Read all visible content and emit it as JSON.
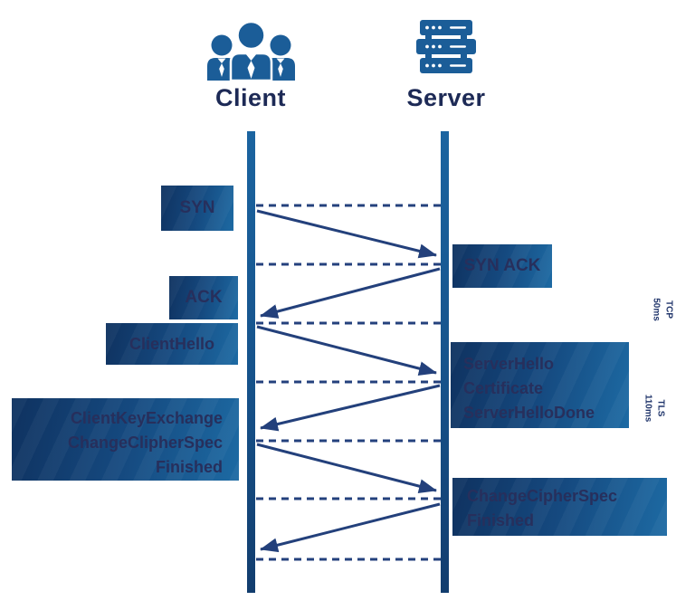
{
  "actors": {
    "client": {
      "label": "Client",
      "icon": "users-group-icon"
    },
    "server": {
      "label": "Server",
      "icon": "server-rack-icon"
    }
  },
  "boxes": {
    "syn": {
      "from": "client",
      "to": "server",
      "lines": [
        "SYN"
      ]
    },
    "syn_ack": {
      "from": "server",
      "to": "client",
      "lines": [
        "SYN ACK"
      ]
    },
    "ack": {
      "from": "client",
      "to": "server",
      "lines": [
        "ACK"
      ]
    },
    "client_hello": {
      "from": "client",
      "to": "server",
      "lines": [
        "ClientHello"
      ]
    },
    "server_hello": {
      "from": "server",
      "to": "client",
      "lines": [
        "ServerHello",
        "Certificate",
        "ServerHelloDone"
      ]
    },
    "client_key_exchange": {
      "from": "client",
      "to": "server",
      "lines": [
        "ClientKeyExchange",
        "ChangeClipherSpec",
        "Finished"
      ]
    },
    "change_cipher_spec": {
      "from": "server",
      "to": "client",
      "lines": [
        "ChangeCipherSpec",
        "Finished"
      ]
    }
  },
  "stages": [
    {
      "name": "TCP",
      "time": "50ms"
    },
    {
      "name": "TLS",
      "time": "110ms"
    }
  ],
  "colors": {
    "box_gradient_dark": "#0f3260",
    "box_gradient_light": "#1d6aa3",
    "arrow": "#23407b",
    "title_text": "#1d2a56",
    "box_text": "#272f5c",
    "icon_blue": "#1b5d98"
  }
}
